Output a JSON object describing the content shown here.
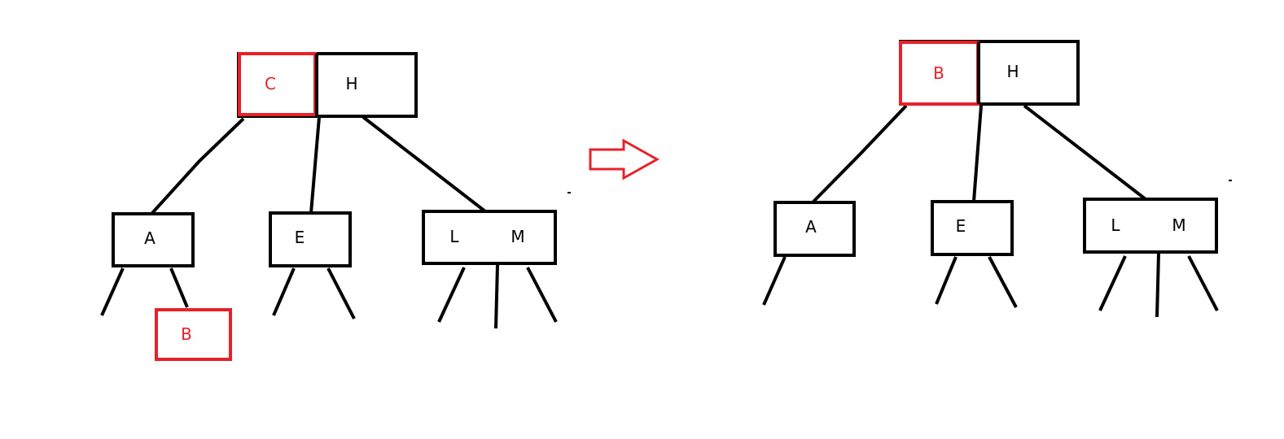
{
  "colors": {
    "ink": "#000000",
    "highlight": "#e8202a",
    "background": "#ffffff"
  },
  "before": {
    "root": {
      "keys": [
        "C",
        "H"
      ],
      "highlighted_key": "C"
    },
    "children": [
      {
        "keys": [
          "A"
        ]
      },
      {
        "keys": [
          "E"
        ]
      },
      {
        "keys": [
          "L",
          "M"
        ]
      }
    ],
    "inserted": {
      "key": "B"
    }
  },
  "transition_arrow": {
    "icon": "right-arrow-icon"
  },
  "after": {
    "root": {
      "keys": [
        "B",
        "H"
      ],
      "highlighted_key": "B"
    },
    "children": [
      {
        "keys": [
          "A"
        ]
      },
      {
        "keys": [
          "E"
        ]
      },
      {
        "keys": [
          "L",
          "M"
        ]
      }
    ]
  }
}
